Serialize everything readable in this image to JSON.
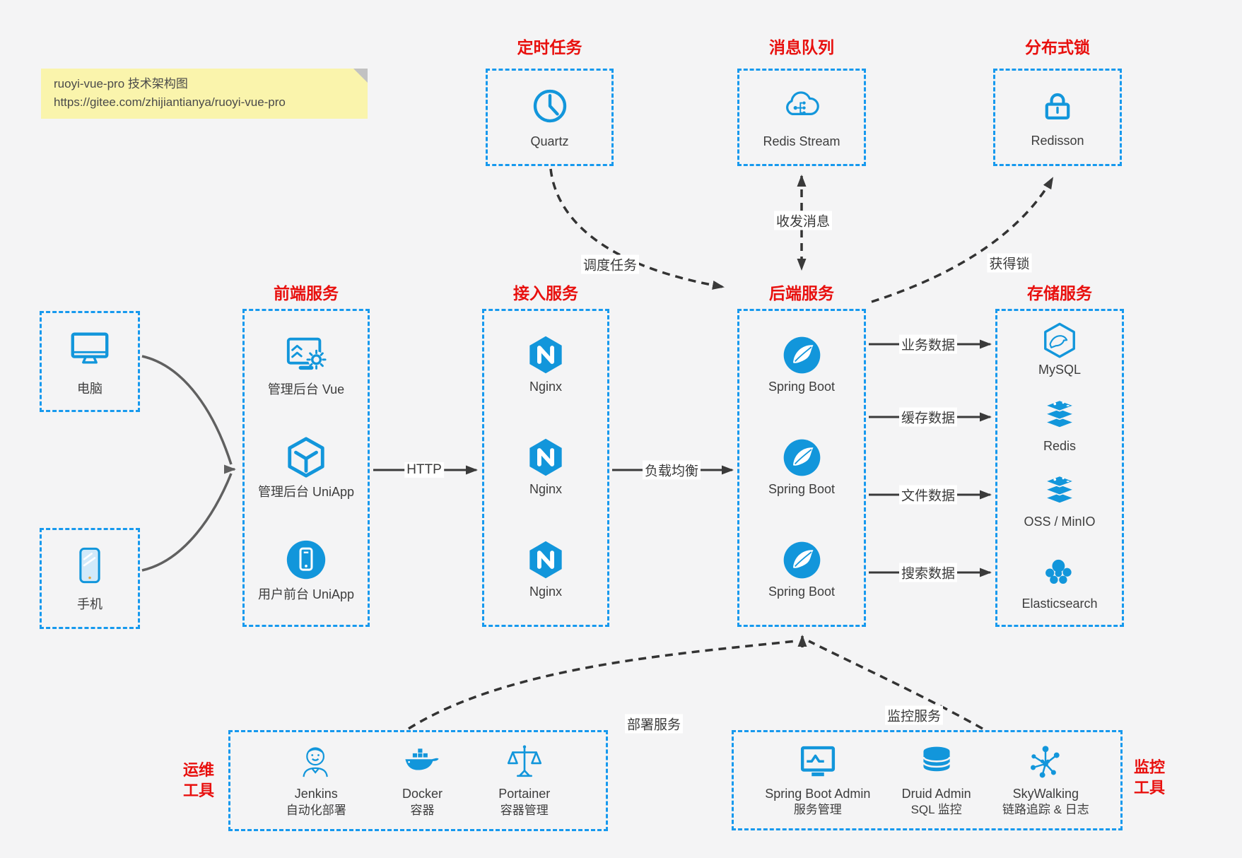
{
  "note": {
    "line1": "ruoyi-vue-pro 技术架构图",
    "line2": "https://gitee.com/zhijiantianya/ruoyi-vue-pro"
  },
  "colors": {
    "canvas_bg": "#f4f4f5",
    "accent_blue": "#1296db",
    "border_blue": "#1699ee",
    "title_red": "#e8100e",
    "note_bg": "#faf4ac",
    "line_dark": "#3a3a3a",
    "client_line_gray": "#606060"
  },
  "top_services": [
    {
      "title": "定时任务",
      "item": {
        "label": "Quartz",
        "icon": "clock-icon"
      }
    },
    {
      "title": "消息队列",
      "item": {
        "label": "Redis Stream",
        "icon": "cloud-queue-icon"
      }
    },
    {
      "title": "分布式锁",
      "item": {
        "label": "Redisson",
        "icon": "lock-icon"
      }
    }
  ],
  "clients": [
    {
      "label": "电脑",
      "icon": "desktop-icon"
    },
    {
      "label": "手机",
      "icon": "mobile-icon"
    }
  ],
  "columns": [
    {
      "title": "前端服务",
      "items": [
        {
          "label": "管理后台 Vue",
          "icon": "admin-vue-icon"
        },
        {
          "label": "管理后台 UniApp",
          "icon": "uniapp-cube-icon"
        },
        {
          "label": "用户前台 UniApp",
          "icon": "user-app-icon"
        }
      ]
    },
    {
      "title": "接入服务",
      "items": [
        {
          "label": "Nginx",
          "icon": "nginx-icon"
        },
        {
          "label": "Nginx",
          "icon": "nginx-icon"
        },
        {
          "label": "Nginx",
          "icon": "nginx-icon"
        }
      ]
    },
    {
      "title": "后端服务",
      "items": [
        {
          "label": "Spring Boot",
          "icon": "spring-boot-icon"
        },
        {
          "label": "Spring Boot",
          "icon": "spring-boot-icon"
        },
        {
          "label": "Spring Boot",
          "icon": "spring-boot-icon"
        }
      ]
    },
    {
      "title": "存储服务",
      "items": [
        {
          "label": "MySQL",
          "icon": "mysql-icon"
        },
        {
          "label": "Redis",
          "icon": "redis-stack-icon"
        },
        {
          "label": "OSS / MinIO",
          "icon": "storage-stack-icon"
        },
        {
          "label": "Elasticsearch",
          "icon": "elasticsearch-icon"
        }
      ]
    }
  ],
  "edges": {
    "http": "HTTP",
    "load_balance": "负载均衡",
    "schedule_job": "调度任务",
    "message_queue": "收发消息",
    "acquire_lock": "获得锁",
    "business_data": "业务数据",
    "cache_data": "缓存数据",
    "file_data": "文件数据",
    "search_data": "搜索数据",
    "deploy_service": "部署服务",
    "monitor_service": "监控服务"
  },
  "ops_tools": {
    "title": "运维工具",
    "items": [
      {
        "name": "Jenkins",
        "desc": "自动化部署",
        "icon": "jenkins-icon"
      },
      {
        "name": "Docker",
        "desc": "容器",
        "icon": "docker-icon"
      },
      {
        "name": "Portainer",
        "desc": "容器管理",
        "icon": "portainer-scale-icon"
      }
    ]
  },
  "monitor_tools": {
    "title": "监控工具",
    "items": [
      {
        "name": "Spring Boot Admin",
        "desc": "服务管理",
        "icon": "monitor-chart-icon"
      },
      {
        "name": "Druid Admin",
        "desc": "SQL 监控",
        "icon": "database-icon"
      },
      {
        "name": "SkyWalking",
        "desc": "链路追踪 & 日志",
        "icon": "topology-icon"
      }
    ]
  }
}
